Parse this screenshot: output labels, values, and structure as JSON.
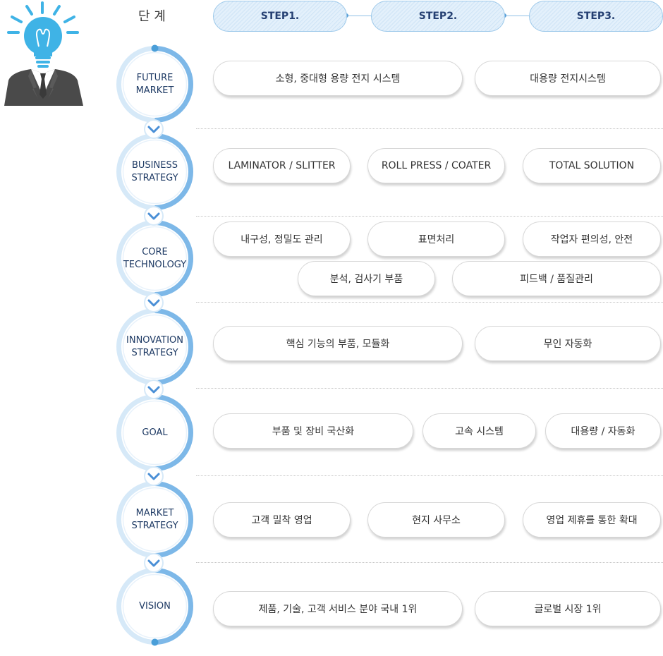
{
  "header": {
    "stage_label": "단 계",
    "steps": [
      "STEP1.",
      "STEP2.",
      "STEP3."
    ]
  },
  "colors": {
    "ring_fill": "#7db8e8",
    "ring_track": "#d6e9f8",
    "step_text": "#243f72",
    "ring_text": "#1e3a64",
    "chevron": "#4a8fd6",
    "icon_bulb": "#3fb3e6",
    "icon_suit": "#4a4a4a"
  },
  "icons": [
    "lightbulb-person-icon",
    "chevron-down-icon"
  ],
  "rows": [
    {
      "label": "FUTURE\nMARKET",
      "items": [
        "소형, 중대형 용량 전지 시스템",
        "대용량 전지시스템"
      ]
    },
    {
      "label": "BUSINESS\nSTRATEGY",
      "items": [
        "LAMINATOR / SLITTER",
        "ROLL PRESS / COATER",
        "TOTAL SOLUTION"
      ]
    },
    {
      "label": "CORE\nTECHNOLOGY",
      "items": [
        "내구성, 정밀도 관리",
        "표면처리",
        "작업자 편의성, 안전",
        "분석, 검사기 부품",
        "피드백 / 품질관리"
      ]
    },
    {
      "label": "INNOVATION\nSTRATEGY",
      "items": [
        "핵심 기능의 부품, 모듈화",
        "무인 자동화"
      ]
    },
    {
      "label": "GOAL",
      "items": [
        "부품 및 장비 국산화",
        "고속 시스템",
        "대용량 / 자동화"
      ]
    },
    {
      "label": "MARKET\nSTRATEGY",
      "items": [
        "고객 밀착 영업",
        "현지 사무소",
        "영업 제휴를 통한 확대"
      ]
    },
    {
      "label": "VISION",
      "items": [
        "제품, 기술, 고객 서비스 분야 국내  1위",
        "글로벌 시장 1위"
      ]
    }
  ]
}
